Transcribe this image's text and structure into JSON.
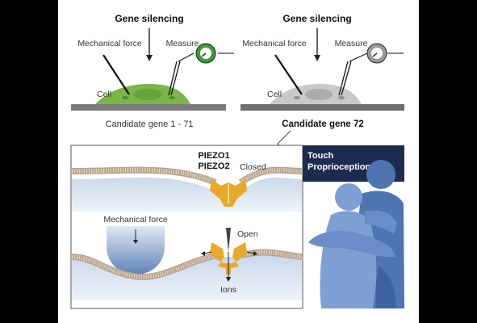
{
  "panels": [
    {
      "title": "Gene silencing",
      "force_label": "Mechanical force",
      "measure_label": "Measure",
      "cell_label": "Cell",
      "caption": "Candidate gene 1 - 71",
      "cell_color": "#7ab648",
      "meter_color": "#3c9a35"
    },
    {
      "title": "Gene silencing",
      "force_label": "Mechanical force",
      "measure_label": "Measure",
      "cell_label": "Cell",
      "caption": "Candidate gene 72",
      "cell_color": "#c9c9c9",
      "meter_color": "#9a9a9a"
    }
  ],
  "channel": {
    "name1": "PIEZO1",
    "name2": "PIEZO2",
    "closed_label": "Closed",
    "open_label": "Open",
    "force_label": "Mechanical force",
    "ions_label": "Ions",
    "channel_color": "#e8a829"
  },
  "senses": {
    "line1": "Touch",
    "line2": "Proprioception",
    "header_color": "#1d2b4f",
    "figure_color": "#5a7ec0"
  }
}
